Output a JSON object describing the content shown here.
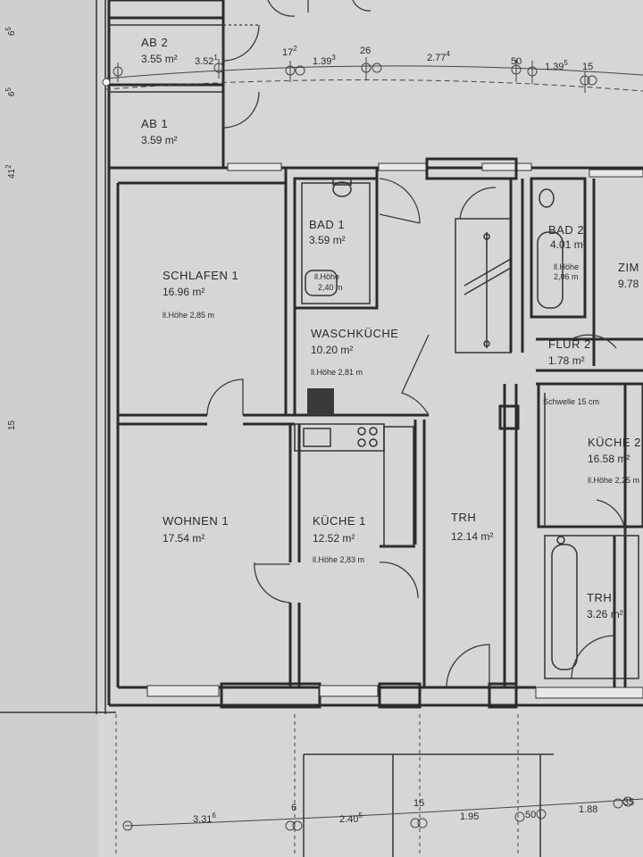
{
  "rooms": {
    "ab2": {
      "name": "AB 2",
      "area": "3.55 m²"
    },
    "ab1": {
      "name": "AB 1",
      "area": "3.59 m²"
    },
    "bad1": {
      "name": "BAD 1",
      "area": "3.59 m²",
      "height_label": "ll.Höhe",
      "height": "2,40 m"
    },
    "schlafen1": {
      "name": "SCHLAFEN 1",
      "area": "16.96 m²",
      "height": "ll.Höhe 2,85 m"
    },
    "waschkueche": {
      "name": "WASCHKÜCHE",
      "area": "10.20 m²",
      "height": "ll.Höhe 2,81 m"
    },
    "bad2": {
      "name": "BAD 2",
      "area": "4.01 m²",
      "height_label": "ll.Höhe",
      "height": "2,06 m"
    },
    "zim": {
      "name": "ZIM",
      "area": "9.78"
    },
    "flur2": {
      "name": "FLUR 2",
      "area": "1.78 m²"
    },
    "schwelle": {
      "text": "Schwelle 15 cm"
    },
    "kueche2": {
      "name": "KÜCHE 2",
      "area": "16.58 m²",
      "height": "ll.Höhe 2,25 m"
    },
    "wohnen1": {
      "name": "WOHNEN 1",
      "area": "17.54 m²"
    },
    "kueche1": {
      "name": "KÜCHE 1",
      "area": "12.52 m²",
      "height": "ll.Höhe 2,83 m"
    },
    "trh1": {
      "name": "TRH",
      "area": "12.14 m²"
    },
    "trh2": {
      "name": "TRH.",
      "area": "3.26 m²"
    }
  },
  "top_dims": {
    "d1": {
      "base": "3.52",
      "sup": "1"
    },
    "d2": {
      "base": "17",
      "sup": "2"
    },
    "d3": {
      "base": "1.39",
      "sup": "3"
    },
    "d4": {
      "base": "26",
      "sup": ""
    },
    "d5": {
      "base": "2.77",
      "sup": "4"
    },
    "d6": {
      "base": "50",
      "sup": ""
    },
    "d7": {
      "base": "1.39",
      "sup": "5"
    },
    "d8": {
      "base": "15",
      "sup": ""
    }
  },
  "bottom_dims": {
    "d1": {
      "base": "3.31",
      "sup": "6"
    },
    "d2": {
      "base": "6",
      "sup": ""
    },
    "d3": {
      "base": "2.40",
      "sup": "5"
    },
    "d4": {
      "base": "15",
      "sup": ""
    },
    "d5": {
      "base": "1.95",
      "sup": ""
    },
    "d6": {
      "base": "50",
      "sup": ""
    },
    "d7": {
      "base": "1.88",
      "sup": ""
    },
    "d8": {
      "base": "35",
      "sup": ""
    }
  },
  "side_dims": {
    "s1": {
      "base": "6",
      "sup": "5"
    },
    "s2": {
      "base": "6",
      "sup": "5"
    },
    "s3": {
      "base": "41",
      "sup": "2"
    },
    "s4": {
      "base": "15",
      "sup": ""
    }
  }
}
